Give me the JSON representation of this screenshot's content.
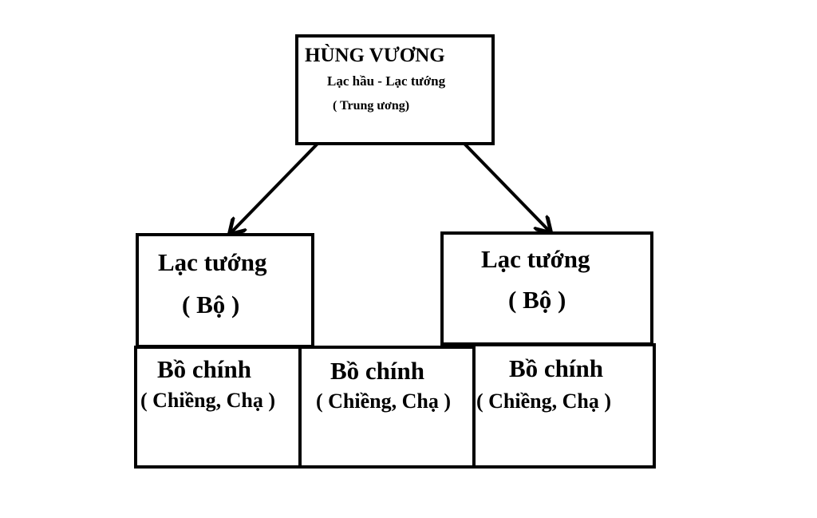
{
  "top": {
    "title": "HÙNG VƯƠNG",
    "line2": "Lạc hầu - Lạc tướng",
    "line3": "( Trung ương)"
  },
  "mid": [
    {
      "title": "Lạc tướng",
      "sub": "( Bộ )"
    },
    {
      "title": "Lạc tướng",
      "sub": "( Bộ )"
    }
  ],
  "bottom": [
    {
      "title": "Bồ chính",
      "sub": "( Chiềng, Chạ )"
    },
    {
      "title": "Bồ chính",
      "sub": "( Chiềng, Chạ )"
    },
    {
      "title": "Bồ chính",
      "sub": "( Chiềng, Chạ )"
    }
  ],
  "colors": {
    "line": "#000000",
    "background": "#ffffff"
  }
}
